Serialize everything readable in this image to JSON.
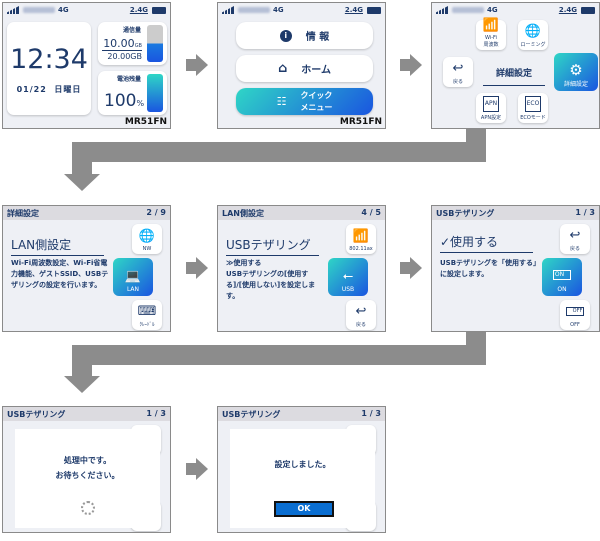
{
  "status": {
    "network": "4G",
    "band": "2.4G",
    "model": "MR51FN"
  },
  "home": {
    "time": "12:34",
    "date": "01/22",
    "weekday": "日曜日",
    "data_label": "通信量",
    "data_used": "10.00",
    "data_used_unit": "GB",
    "data_total": "20.00GB",
    "data_fill_percent": 50,
    "battery_label": "電池残量",
    "battery_value": "100",
    "battery_unit": "%",
    "battery_percent": 100
  },
  "menu": {
    "info": "情 報",
    "home": "ホーム",
    "quick1": "クイック",
    "quick2": "メニュー"
  },
  "quick": {
    "wifi_band": "Wi-Fi\n周波数",
    "roaming": "ローミング",
    "back": "戻る",
    "center": "詳細設定",
    "detail": "詳細設定",
    "apn": "APN設定",
    "eco": "ECOモード",
    "apn_icon": "APN",
    "eco_icon": "ECO"
  },
  "lan": {
    "header": "詳細設定",
    "page": "2 / 9",
    "title": "LAN側設定",
    "desc": "Wi-Fi周波数設定、Wi-Fi省電力機能、ゲストSSID、USBテザリングの設定を行います。",
    "nw": "NW",
    "lan": "LAN",
    "cradle": "ｸﾚｰﾄﾞﾙ"
  },
  "usb": {
    "header": "LAN側設定",
    "page": "4 / 5",
    "title": "USBテザリング",
    "current": "≫使用する",
    "desc": "USBテザリングの[使用する]/[使用しない]を設定します。",
    "ax": "802.11ax",
    "usb": "USB",
    "back": "戻る"
  },
  "usbon": {
    "header": "USBテザリング",
    "page": "1 / 3",
    "title": "✓使用する",
    "desc": "USBテザリングを「使用する」に設定します。",
    "back": "戻る",
    "on": "ON",
    "off": "OFF"
  },
  "processing": {
    "header": "USBテザリング",
    "page": "1 / 3",
    "line1": "処理中です。",
    "line2": "お待ちください。"
  },
  "done": {
    "header": "USBテザリング",
    "page": "1 / 3",
    "message": "設定しました。",
    "ok": "OK"
  },
  "colors": {
    "navy": "#1e3a6a",
    "accent_start": "#2fd6c6",
    "accent_end": "#1a55e0",
    "arrow": "#8c8c8c"
  }
}
